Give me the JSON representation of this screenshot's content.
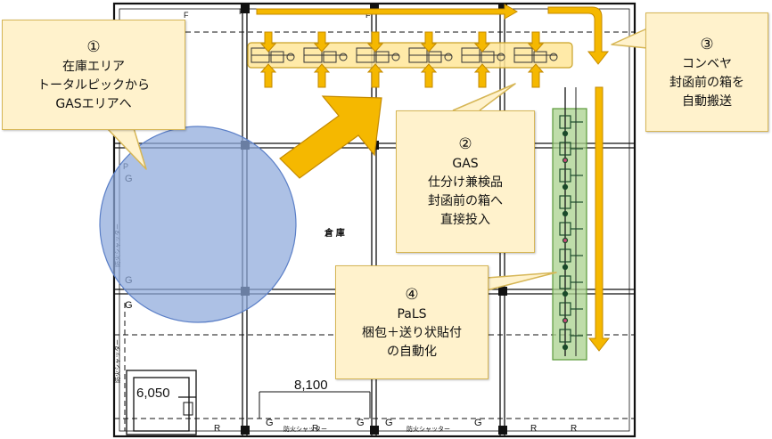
{
  "callouts": [
    {
      "number": "①",
      "lines": [
        "在庫エリア",
        "トータルピックから",
        "GASエリアへ"
      ]
    },
    {
      "number": "②",
      "lines": [
        "GAS",
        "仕分け兼検品",
        "封函前の箱へ",
        "直接投入"
      ]
    },
    {
      "number": "③",
      "lines": [
        "コンベヤ",
        "封函前の箱を",
        "自動搬送"
      ]
    },
    {
      "number": "④",
      "lines": [
        "PaLS",
        "梱包＋送り状貼付",
        "の自動化"
      ]
    }
  ],
  "floorplan": {
    "dimension_main": "8,100",
    "dimension_small": "6,050",
    "room_label": "倉  庫",
    "shutter_label": "防火シャッター",
    "column_mark": "G",
    "door_mark": "R",
    "fire_mark": "F",
    "pillar_mark": "P"
  },
  "colors": {
    "arrow_fill": "#f5b800",
    "arrow_stroke": "#c48a00",
    "callout_fill": "#fff2cc",
    "callout_border": "#d6b656",
    "zone_blue": "#8ea9db",
    "zone_green": "#a9d18e",
    "gas_bar": "#ffe699"
  }
}
